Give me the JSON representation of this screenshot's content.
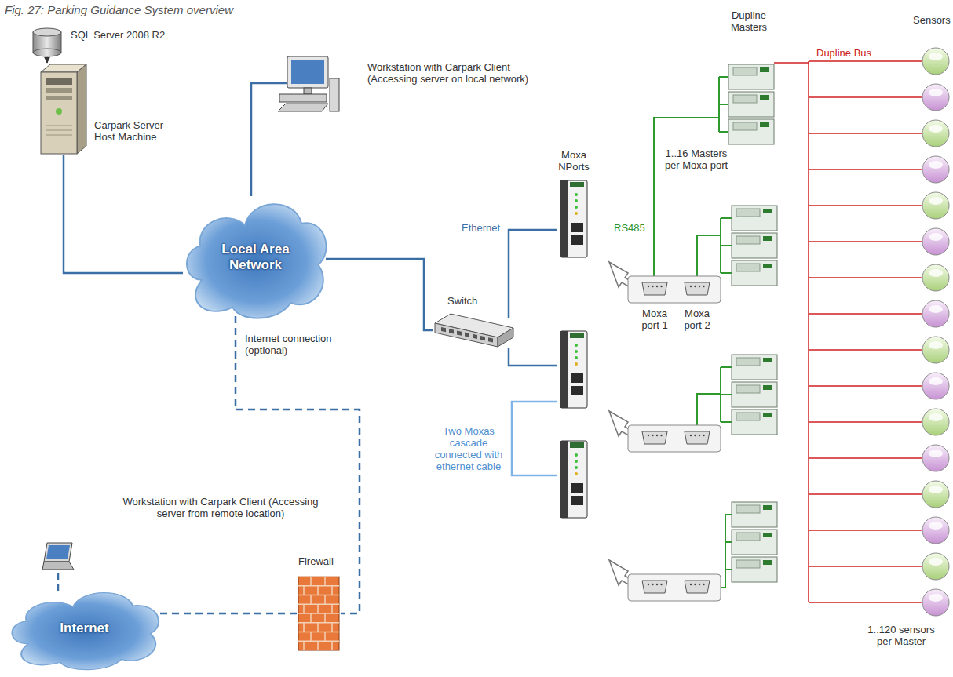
{
  "diagram": {
    "title": "Fig. 27: Parking Guidance System overview",
    "nodes": [
      {
        "text": [
          "SQL Server 2008 R2"
        ]
      },
      {
        "text": [
          "Carpark Server Host Machine"
        ]
      },
      {
        "text": [
          "Workstation with Carpark Client (Accessing server on local network)"
        ]
      },
      {
        "text": [
          "Local Area Network"
        ]
      },
      {
        "text": [
          "Switch"
        ]
      },
      {
        "text": [
          "Moxa NPorts"
        ]
      },
      {
        "text": [
          "Workstation with Carpark Client (Accessing server from remote location)"
        ]
      },
      {
        "text": [
          "Internet"
        ]
      },
      {
        "text": [
          "Firewall"
        ]
      }
    ],
    "edges": [
      {
        "from": 0,
        "to": 1,
        "arrow": "to"
      },
      {
        "from": 1,
        "to": 3,
        "arrow": "none"
      },
      {
        "from": 2,
        "to": 3,
        "arrow": "none"
      },
      {
        "from": 3,
        "to": 4,
        "arrow": "none"
      },
      {
        "from": 4,
        "to": 5,
        "label": "Ethernet",
        "arrow": "none"
      },
      {
        "from": 3,
        "to": 8,
        "label": "Internet connection (optional)",
        "arrow": "none"
      },
      {
        "from": 6,
        "to": 7,
        "arrow": "none"
      },
      {
        "from": 8,
        "to": 7,
        "arrow": "none"
      }
    ],
    "labels": [
      "Dupline Masters",
      "Sensors",
      "Dupline Bus",
      "1..16 Masters per Moxa port",
      "RS485",
      "Moxa port 1",
      "Moxa port 2",
      "Two Moxas cascade connected with ethernet cable",
      "1..120 sensors per Master"
    ]
  }
}
